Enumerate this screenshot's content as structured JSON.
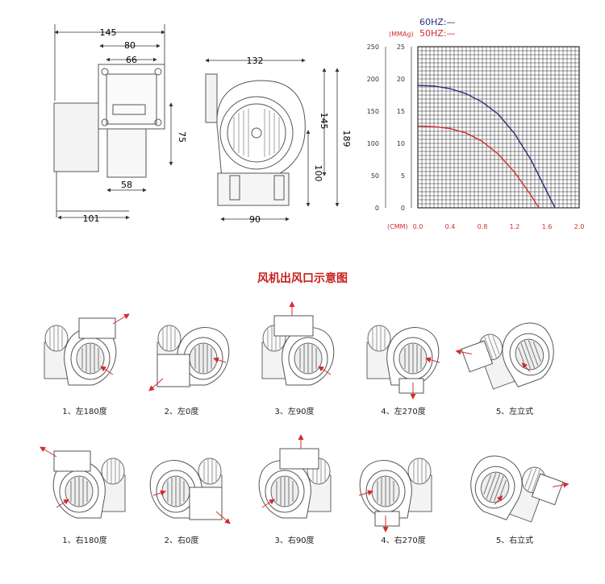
{
  "dims": {
    "side_view": {
      "total_width": "145",
      "flange_width": "80",
      "flange_inner": "66",
      "height": "75",
      "outlet": "58",
      "base": "101"
    },
    "front_view": {
      "width": "132",
      "height_1": "145",
      "height_2": "189",
      "height_3": "100",
      "base": "90"
    }
  },
  "chart": {
    "legend_60": "60HZ:—",
    "legend_50": "50HZ:—",
    "unit_left": "(MMAg)",
    "unit_x": "(CMM)",
    "colors": {
      "60hz": "#2a2c7a",
      "50hz": "#d22c2c",
      "grid": "#000000"
    }
  },
  "chart_data": {
    "type": "line",
    "xlabel": "(CMM)",
    "ylabel": "(MMAg)",
    "xlim": [
      0,
      2.0
    ],
    "x_ticks": [
      "0.0",
      "0.4",
      "0.8",
      "1.2",
      "1.6",
      "2.0"
    ],
    "y_ticks_outer": [
      "250",
      "200",
      "150",
      "100",
      "50",
      "0"
    ],
    "y_ticks_inner": [
      "25",
      "20",
      "15",
      "10",
      "5",
      "0"
    ],
    "ylim": [
      0,
      250
    ],
    "grid": true,
    "series": [
      {
        "name": "60HZ",
        "x": [
          0.0,
          0.2,
          0.4,
          0.6,
          0.8,
          1.0,
          1.2,
          1.4,
          1.6,
          1.7
        ],
        "y": [
          190,
          189,
          185,
          177,
          164,
          145,
          115,
          75,
          25,
          0
        ]
      },
      {
        "name": "50HZ",
        "x": [
          0.0,
          0.2,
          0.4,
          0.6,
          0.8,
          1.0,
          1.2,
          1.4,
          1.5
        ],
        "y": [
          127,
          126,
          123,
          116,
          103,
          83,
          55,
          20,
          0
        ]
      }
    ]
  },
  "section_title": "风机出风口示意图",
  "captions": {
    "row1": [
      "1、左180度",
      "2、左0度",
      "3、左90度",
      "4、左270度",
      "5、左立式"
    ],
    "row2": [
      "1、右180度",
      "2、右0度",
      "3、右90度",
      "4、右270度",
      "5、右立式"
    ]
  }
}
